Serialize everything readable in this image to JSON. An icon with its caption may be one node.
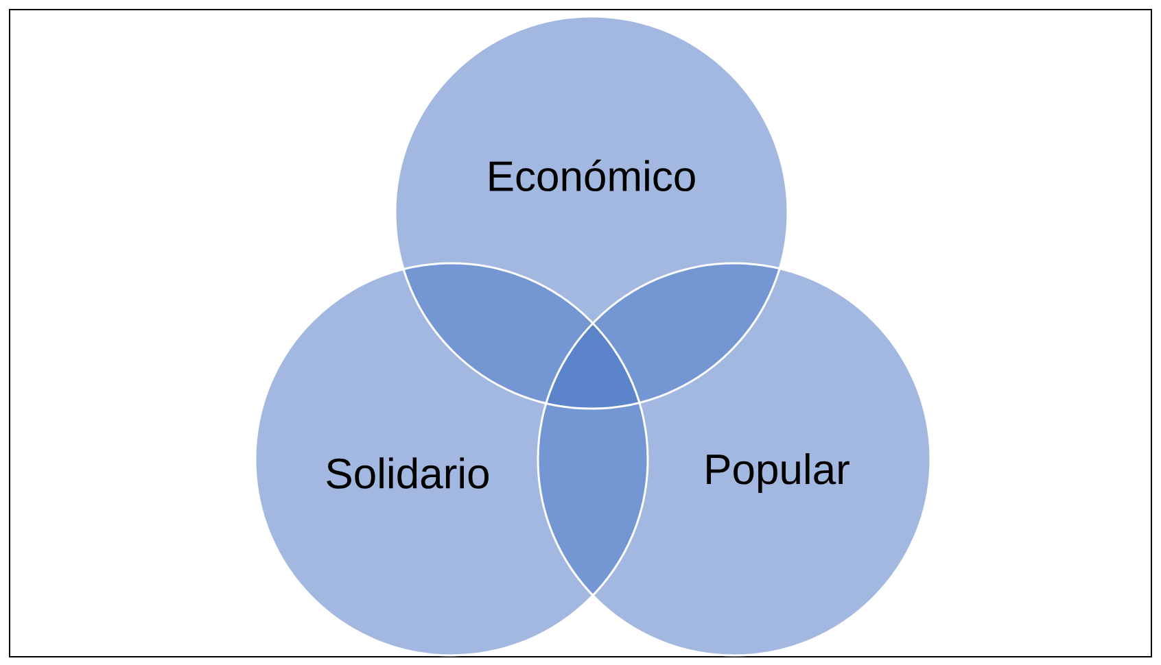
{
  "diagram": {
    "nodes": [
      {
        "text": [
          "Económico"
        ]
      },
      {
        "text": [
          "Solidario"
        ]
      },
      {
        "text": [
          "Popular"
        ]
      }
    ]
  }
}
